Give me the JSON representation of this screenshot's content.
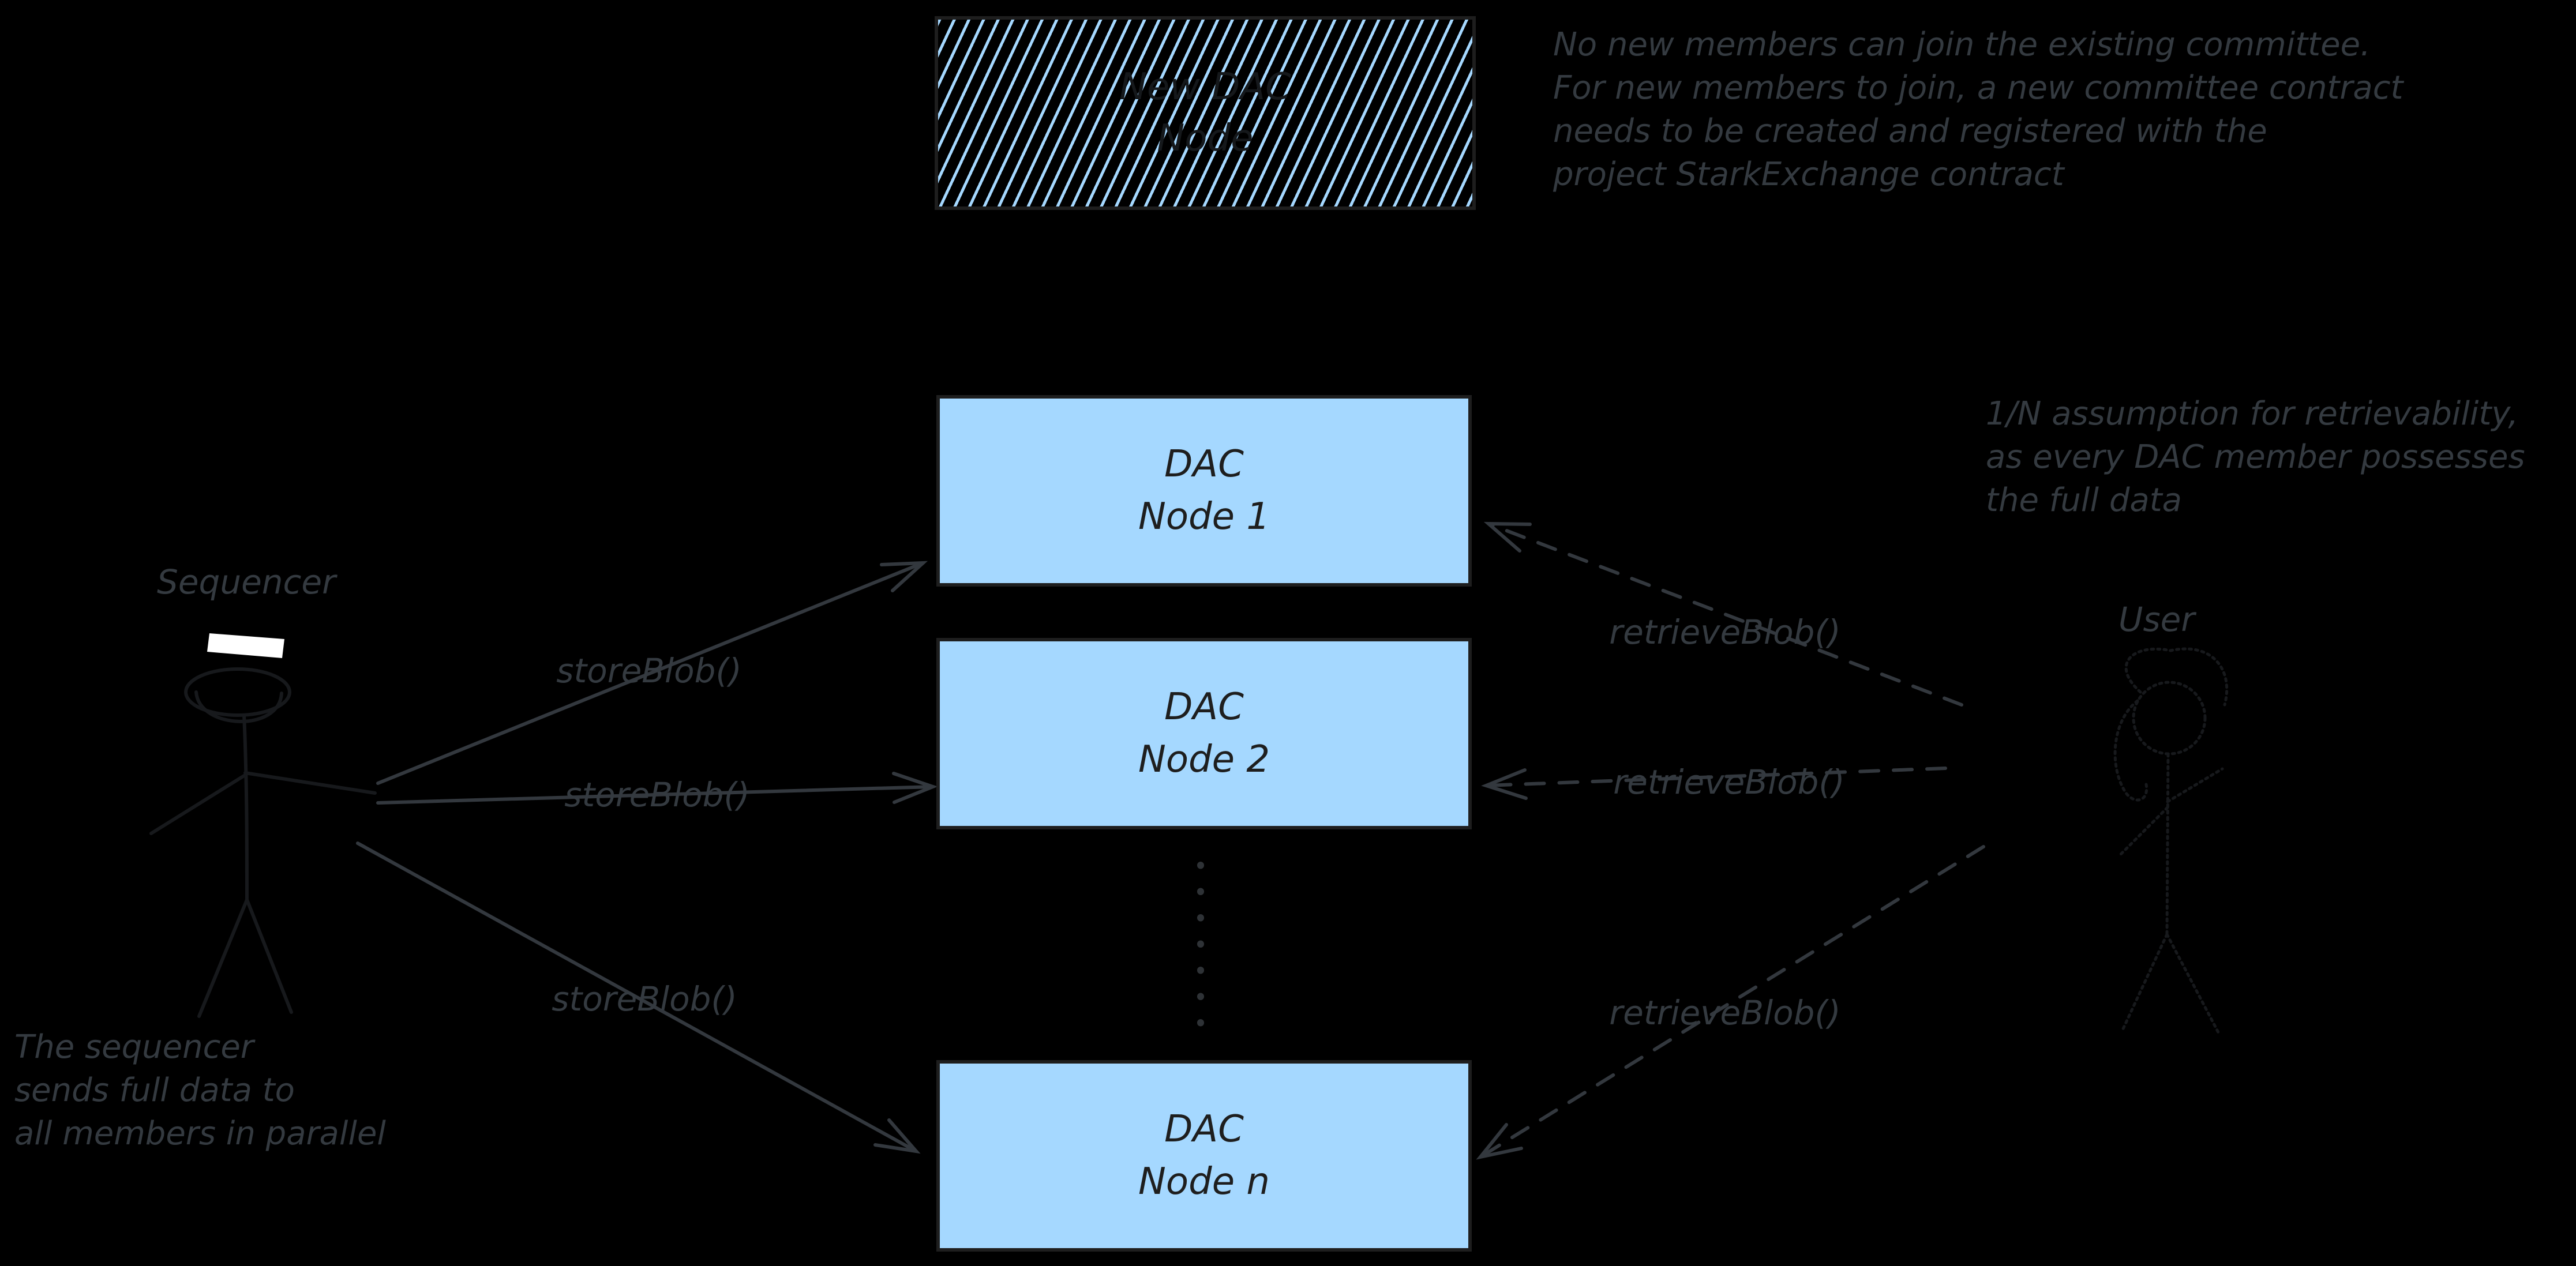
{
  "colors": {
    "background": "#000000",
    "box_fill": "#a5d8ff",
    "box_stroke": "#1e1e1e",
    "box_text": "#1e1e1e",
    "annotation_text": "#343a40",
    "arrow": "#33383e",
    "hat_fill": "#ffffff"
  },
  "boxes": {
    "new_dac": {
      "line1": "New DAC",
      "line2": "Node"
    },
    "node1": {
      "line1": "DAC",
      "line2": "Node 1"
    },
    "node2": {
      "line1": "DAC",
      "line2": "Node 2"
    },
    "node_n": {
      "line1": "DAC",
      "line2": "Node n"
    }
  },
  "actors": {
    "sequencer_label": "Sequencer",
    "user_label": "User"
  },
  "edges": {
    "store1": "storeBlob()",
    "store2": "storeBlob()",
    "store3": "storeBlob()",
    "retrieve1": "retrieveBlob()",
    "retrieve2": "retrieveBlob()",
    "retrieve3": "retrieveBlob()"
  },
  "annotations": {
    "top_right": {
      "lines": [
        "No new members can join the existing committee.",
        "For new members to join, a new committee contract",
        "needs to be created and registered with the",
        "project StarkExchange contract"
      ]
    },
    "retrievability": {
      "lines": [
        "1/N assumption for retrievability,",
        "as every DAC member possesses",
        "the full data"
      ]
    },
    "sequencer_note": {
      "lines": [
        "The sequencer",
        "sends full data to",
        "all members in parallel"
      ]
    }
  }
}
